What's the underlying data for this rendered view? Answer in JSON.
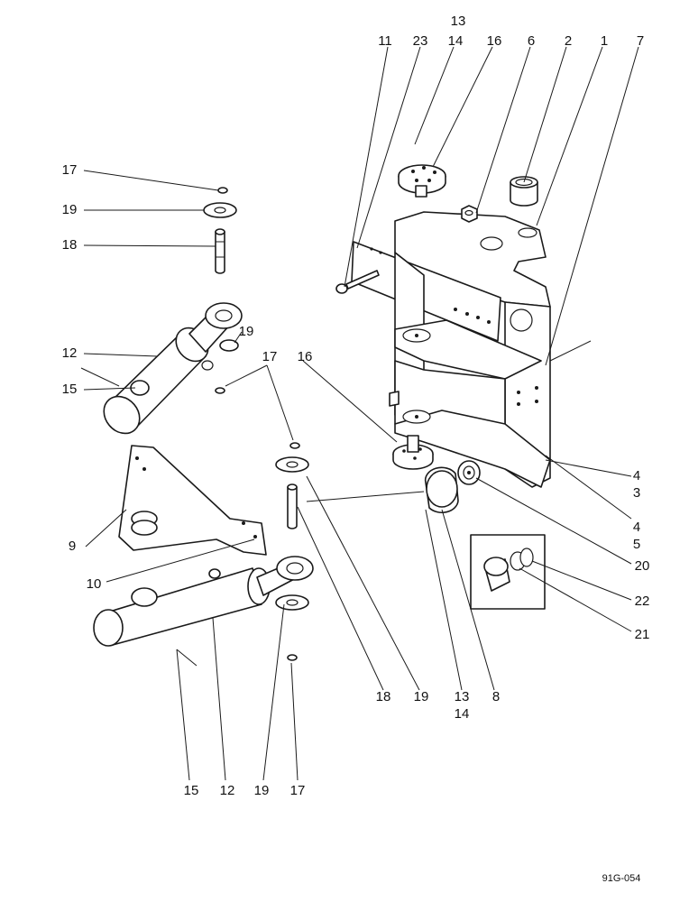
{
  "callouts": {
    "c13_top": "13",
    "c11": "11",
    "c23": "23",
    "c14_top": "14",
    "c16_top": "16",
    "c6": "6",
    "c2": "2",
    "c1": "1",
    "c7": "7",
    "c17_a": "17",
    "c19_a": "19",
    "c18_a": "18",
    "c19_b": "19",
    "c12_a": "12",
    "c17_b": "17",
    "c16_mid": "16",
    "c15_a": "15",
    "c4_a": "4",
    "c3": "3",
    "c4_b": "4",
    "c5": "5",
    "c9": "9",
    "c20": "20",
    "c10": "10",
    "c22": "22",
    "c21": "21",
    "c18_b": "18",
    "c19_c": "19",
    "c13_bot": "13",
    "c14_bot": "14",
    "c8": "8",
    "c15_b": "15",
    "c12_b": "12",
    "c19_d": "19",
    "c17_c": "17"
  },
  "drawing_code": "91G-054"
}
